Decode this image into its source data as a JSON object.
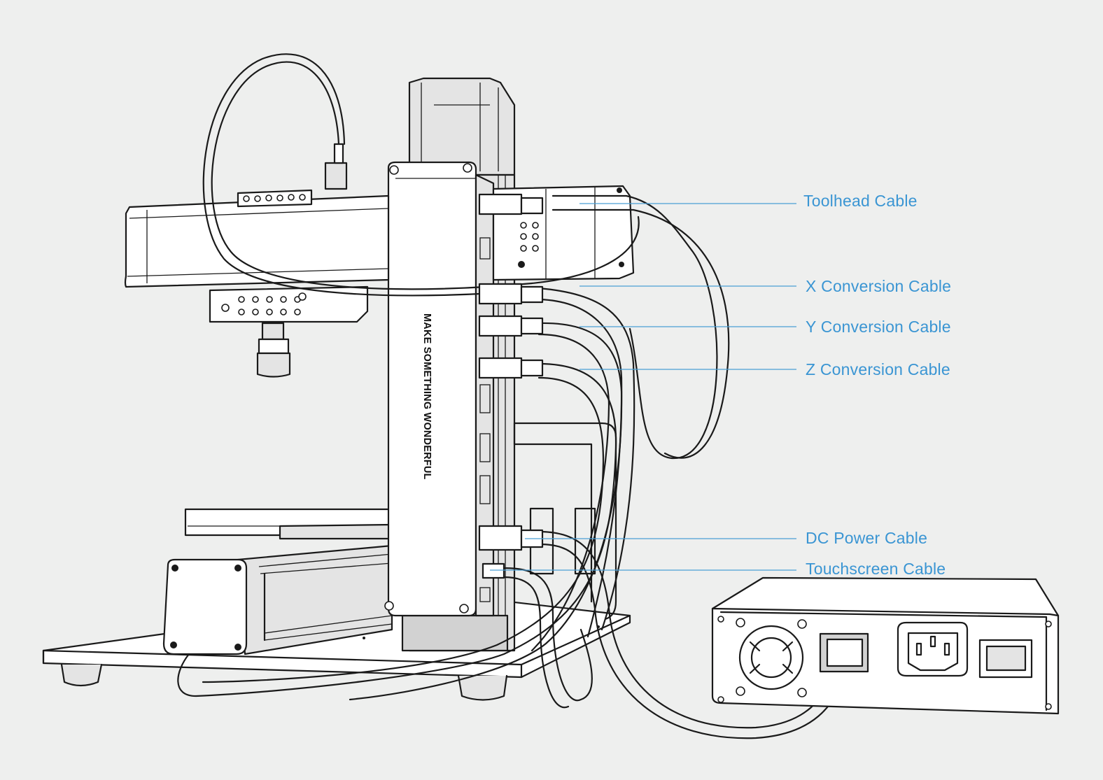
{
  "diagram": {
    "slogan": "MAKE SOMETHING WONDERFUL",
    "accent_color": "#3a95d3",
    "callouts": [
      {
        "id": "toolhead",
        "label": "Toolhead Cable"
      },
      {
        "id": "x-conversion",
        "label": "X Conversion Cable"
      },
      {
        "id": "y-conversion",
        "label": "Y Conversion Cable"
      },
      {
        "id": "z-conversion",
        "label": "Z Conversion Cable"
      },
      {
        "id": "dc-power",
        "label": "DC Power Cable"
      },
      {
        "id": "touchscreen",
        "label": "Touchscreen Cable"
      }
    ]
  }
}
